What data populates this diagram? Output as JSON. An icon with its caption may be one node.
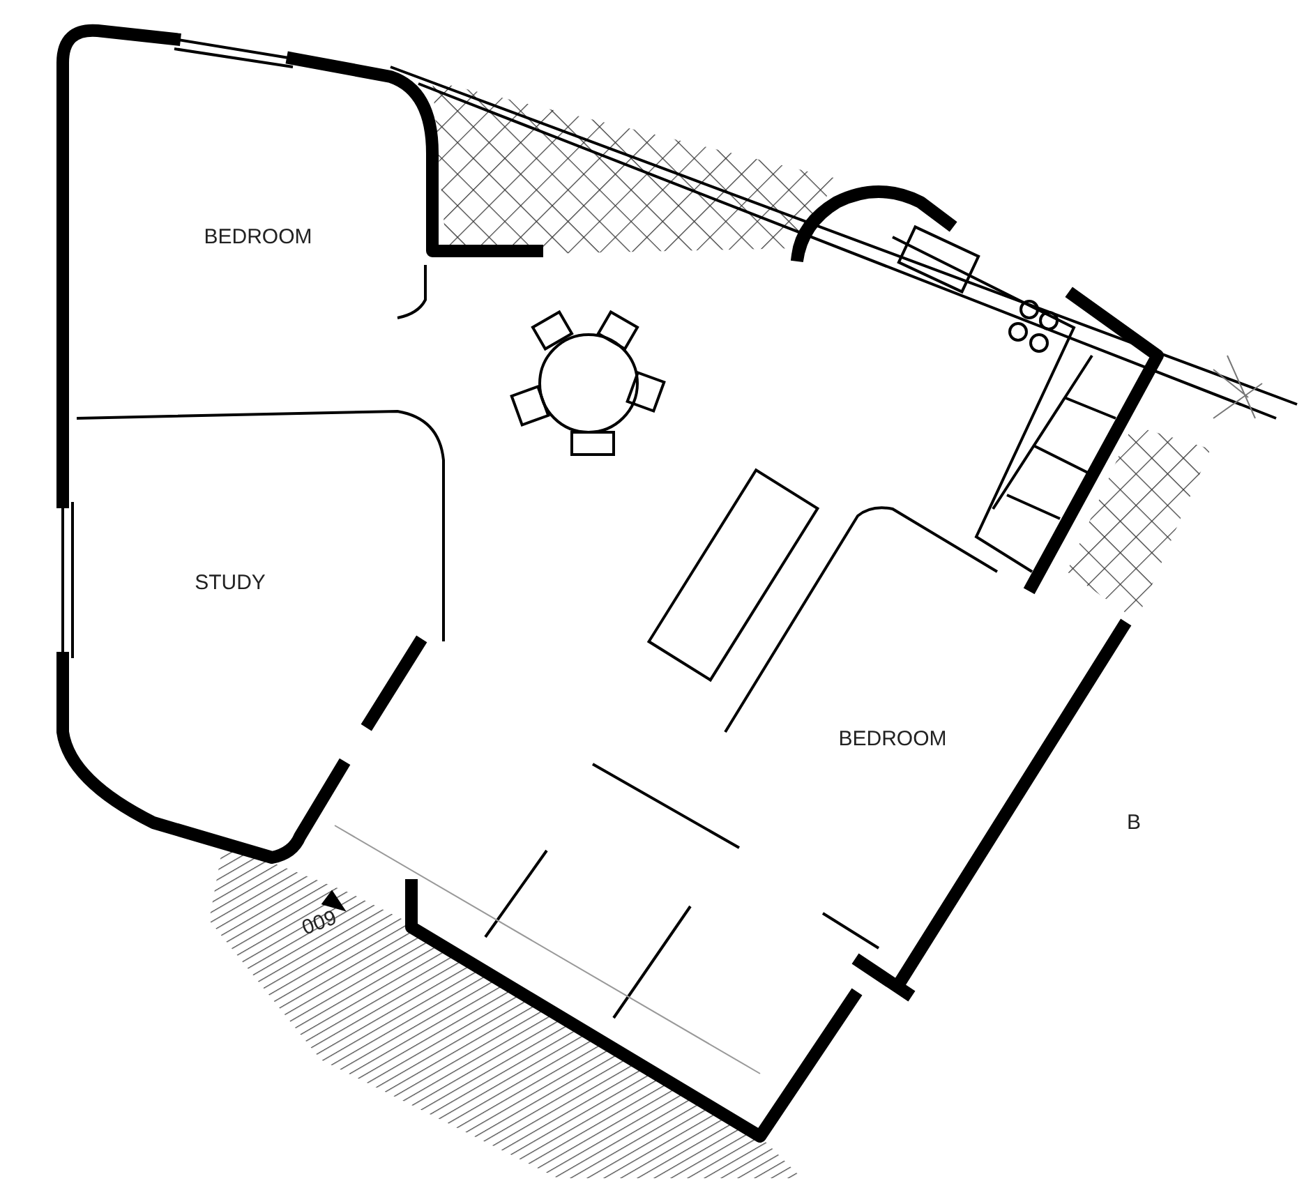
{
  "diagram": {
    "nodes": [
      {
        "text": [
          "BEDROOM"
        ]
      },
      {
        "text": [
          "STUDY"
        ]
      },
      {
        "text": [
          "BEDROOM"
        ]
      }
    ],
    "labels": [
      "B",
      "009"
    ]
  }
}
